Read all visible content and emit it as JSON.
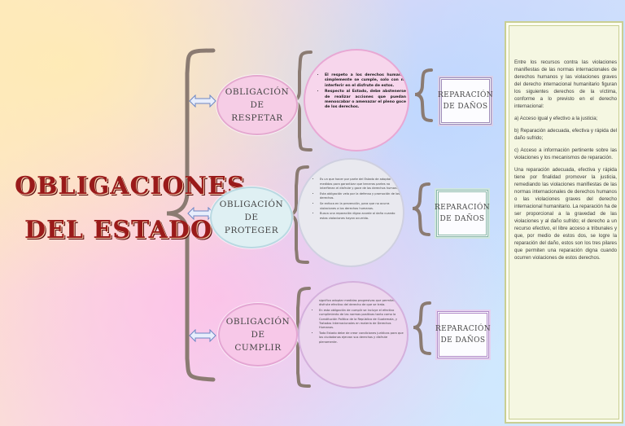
{
  "title": {
    "line1": "OBLIGACIONES",
    "line2": "DEL ESTADO"
  },
  "obligations": [
    {
      "title_lines": [
        "OBLIGACIÓN DE",
        "RESPETAR"
      ],
      "details": [
        "El respeto a los derechos humanos simplemente se cumple, solo con no interferir en el disfrute de estos.",
        "Respecto al Estado, debe abstenerse de realizar acciones que puedan menoscabar o amenazar el pleno goce de los derechos."
      ]
    },
    {
      "title_lines": [
        "OBLIGACIÓN DE",
        "PROTEGER"
      ],
      "details": [
        "Es un que hacer por parte del Estado de adoptar medidas para garantizar que terceras partes no interfieran el disfrute y goce de los derechos humanos.",
        "Esta obligación vela por la defensa y promoción de los derechos.",
        "Se enfoca en la prevención, para que no ocurra violaciones a los derechos humanos.",
        "Busca una reparación digna acorde al daño cuando estas violaciones hayan ocurrido."
      ]
    },
    {
      "title_lines": [
        "OBLIGACIÓN DE",
        "CUMPLIR"
      ],
      "details": [
        "significa adoptar medidas progresivas que permitan el disfrute efectivo del derecho de que se trata.",
        "En esta obligación de cumplir se incluye el efectivo cumplimiento de las normas positivas tanto como la Constitución Política de la República de Guatemala, y Tratados Internacionales en materia de Derechos Humanos.",
        "Todo Estado debe de crear condiciones jurídicas para que los ciudadanos ejerzan sus derechos y disfrute plenamente."
      ]
    }
  ],
  "reparation": {
    "lines": [
      "REPARACIÓN",
      "DE DAÑOS"
    ]
  },
  "panel": {
    "paragraphs": [
      "Entre los recursos contra las violaciones manifiestas de las normas internacionales de derechos humanos y las violaciones graves del derecho internacional humanitario figuran los siguientes derechos de la víctima, conforme a lo previsto en el derecho internacional:",
      "a) Acceso igual y efectivo a la justicia;",
      "b) Reparación adecuada, efectiva y rápida del daño sufrido;",
      "c) Acceso a información pertinente sobre las violaciones y los mecanismos de reparación.",
      "Una reparación adecuada, efectiva y rápida tiene por finalidad promover la justicia, remediando las violaciones manifiestas de las normas internacionales de derechos humanos o las violaciones graves del derecho internacional humanitario. La reparación ha de ser proporcional a la gravedad de las violaciones y al daño sufrido; el derecho a un recurso efectivo, el libre acceso a tribunales y que, por medio de estos dos, se logre la reparación del daño, estos son los tres pilares que permiten una reparación digna cuando ocurren violaciones de estos derechos."
    ]
  },
  "colors": {
    "title": "#9a1a1a",
    "bracket": "#8b7b72",
    "respetar_oval": "#f6cde6",
    "proteger_oval": "#dff0f3",
    "cumplir_oval": "#f7c8e8"
  },
  "icons": {
    "connector": "double-arrow-icon",
    "bracket": "curly-brace"
  }
}
